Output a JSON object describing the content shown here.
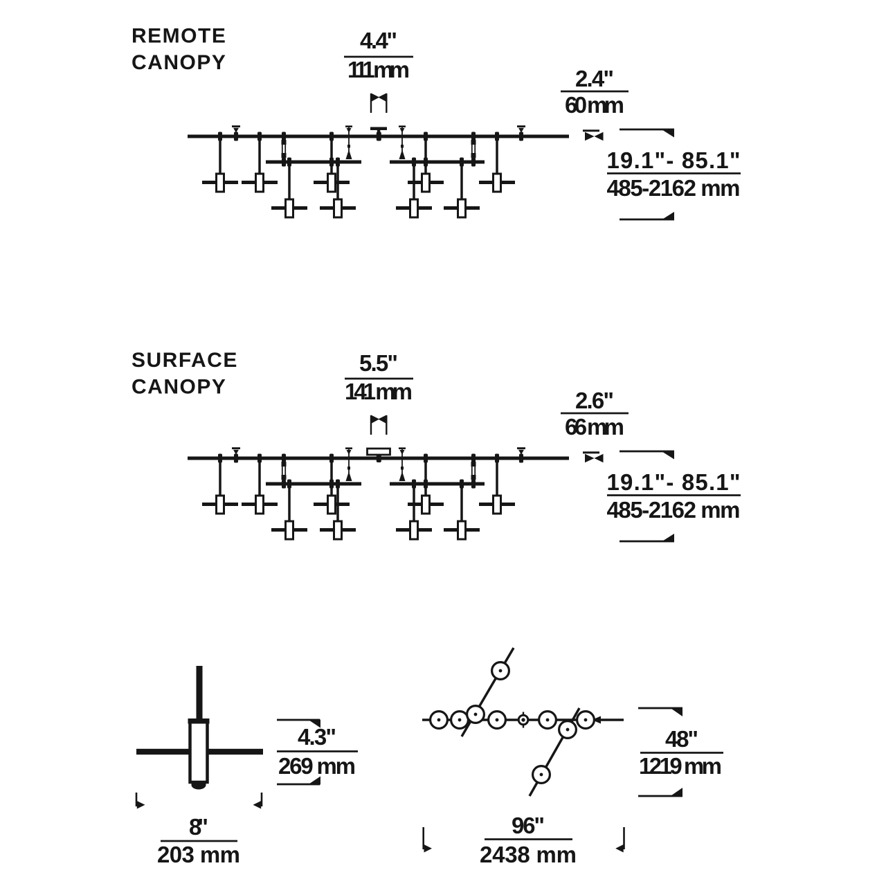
{
  "colors": {
    "ink": "#161616",
    "background": "#ffffff"
  },
  "remote": {
    "title1": "REMOTE",
    "title2": "CANOPY",
    "canopy_width_in": "4.4\"",
    "canopy_width_mm": "111 mm",
    "rail_height_in": "2.4\"",
    "rail_height_mm": "60 mm",
    "drop_range_in": "19.1\"- 85.1\"",
    "drop_range_mm": "485-2162 mm"
  },
  "surface": {
    "title1": "SURFACE",
    "title2": "CANOPY",
    "canopy_width_in": "5.5\"",
    "canopy_width_mm": "141 mm",
    "rail_height_in": "2.6\"",
    "rail_height_mm": "66 mm",
    "drop_range_in": "19.1\"- 85.1\"",
    "drop_range_mm": "485-2162 mm"
  },
  "pendant_detail": {
    "body_height_in": "4.3\"",
    "body_height_mm": "269 mm",
    "arm_width_in": "8\"",
    "arm_width_mm": "203 mm"
  },
  "plan_view": {
    "depth_in": "48\"",
    "depth_mm": "1219 mm",
    "length_in": "96\"",
    "length_mm": "2438 mm"
  }
}
